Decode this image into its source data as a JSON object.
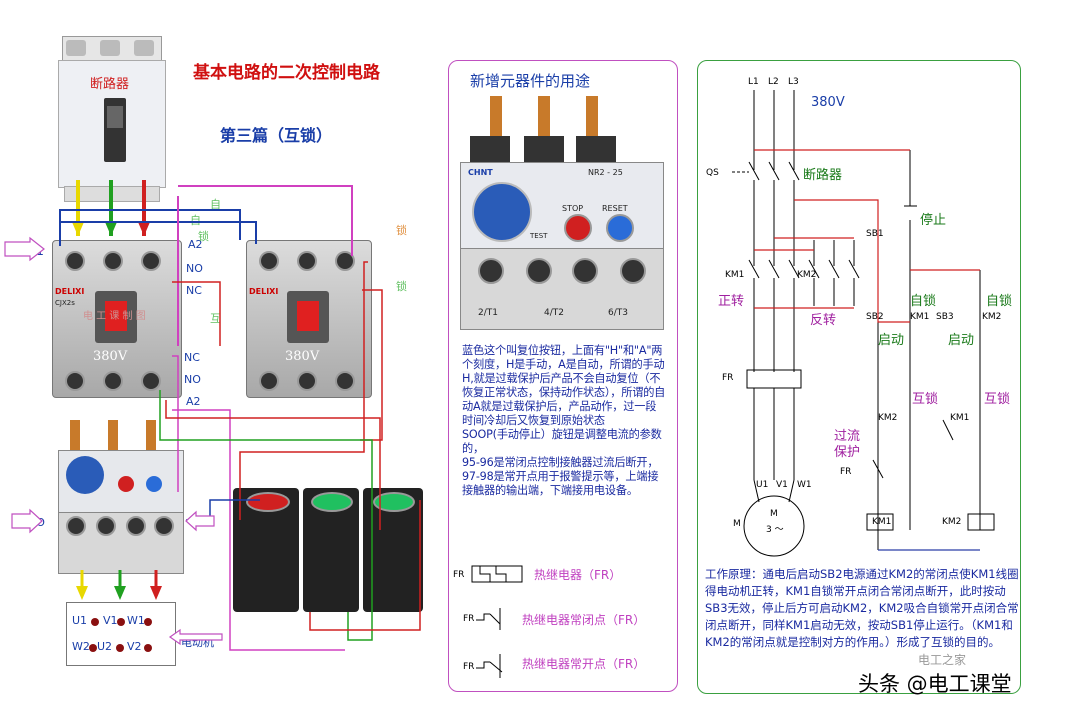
{
  "left": {
    "title": "基本电路的二次控制电路",
    "subtitle": "第三篇（互锁）",
    "breaker_label": "断路器",
    "contactor_voltage_1": "380V",
    "contactor_voltage_2": "380V",
    "contactor_brand": "DELIXI",
    "contactor_model": "CJX2s",
    "watermark_mid": "电 工 课 制 图",
    "terminals": {
      "a1_left": "A1",
      "a2_top": "A2",
      "no_top": "NO",
      "nc_top": "NC",
      "nc_mid": "NC",
      "no_mid": "NO",
      "a2_mid": "A2",
      "no_bottom": "NO",
      "nc_bottom": "NC"
    },
    "arrow_labels": {
      "zi_1": "自",
      "zi_2": "自",
      "suo_1": "锁",
      "hu": "互",
      "suo_2": "锁",
      "suo_3": "锁"
    },
    "motor_terminals": [
      "U1",
      "V1",
      "W1",
      "W2",
      "U2",
      "V2"
    ],
    "motor_label": "电动机"
  },
  "middle": {
    "title": "新增元器件的用途",
    "relay_brand": "CHNT",
    "relay_model": "NR2 - 25",
    "stop_label": "STOP",
    "reset_label": "RESET",
    "test_label": "TEST",
    "terminal_labels": [
      "2/T1",
      "4/T2",
      "6/T3"
    ],
    "description": "蓝色这个叫复位按钮，上面有\"H\"和\"A\"两个刻度，H是手动，A是自动，所谓的手动H,就是过载保护后产品不会自动复位（不恢复正常状态，保持动作状态），所谓的自动A就是过载保护后，产品动作，过一段时间冷却后又恢复到原始状态\nSOOP(手动停止）旋钮是调整电流的参数的，\n95-96是常闭点控制接触器过流后断开，\n97-98是常开点用于报警提示等，上端接接触器的输出端，下端接用电设备。",
    "legend": [
      {
        "tag": "FR",
        "text": "热继电器（FR）"
      },
      {
        "tag": "FR",
        "text": "热继电器常闭点（FR）"
      },
      {
        "tag": "FR",
        "text": "热继电器常开点（FR）"
      }
    ]
  },
  "right": {
    "phases": [
      "L1",
      "L2",
      "L3"
    ],
    "voltage": "380V",
    "qs_tag": "QS",
    "breaker_label": "断路器",
    "stop_label": "停止",
    "sb1": "SB1",
    "km1_tag": "KM1",
    "km2_tag": "KM2",
    "forward_label": "正转",
    "reverse_label": "反转",
    "self_lock_1": "自锁",
    "self_lock_2": "自锁",
    "sb2": "SB2",
    "sb3": "SB3",
    "km1_contact": "KM1",
    "km2_contact": "KM2",
    "start_1": "启动",
    "start_2": "启动",
    "fr_tag": "FR",
    "interlock_1": "互锁",
    "interlock_2": "互锁",
    "km2_interlock": "KM2",
    "km1_interlock": "KM1",
    "overcurrent": "过流\n保护",
    "fr_contact": "FR",
    "motor_u1": "U1",
    "motor_v1": "V1",
    "motor_w1": "W1",
    "motor_tag": "M",
    "motor_inner": "M",
    "motor_phase": "3 ～",
    "coil_km1": "KM1",
    "coil_km2": "KM2",
    "principle": "工作原理：通电后启动SB2电源通过KM2的常闭点使KM1线圈得电动机正转，KM1自锁常开点闭合常闭点断开，此时按动SB3无效，停止后方可启动KM2，KM2吸合自锁常开点闭合常闭点断开，同样KM1启动无效，按动SB1停止运行。（KM1和KM2的常闭点就是控制对方的作用。）形成了互锁的目的。"
  },
  "watermark": "头条 @电工课堂",
  "watermark_small": "电工之家"
}
